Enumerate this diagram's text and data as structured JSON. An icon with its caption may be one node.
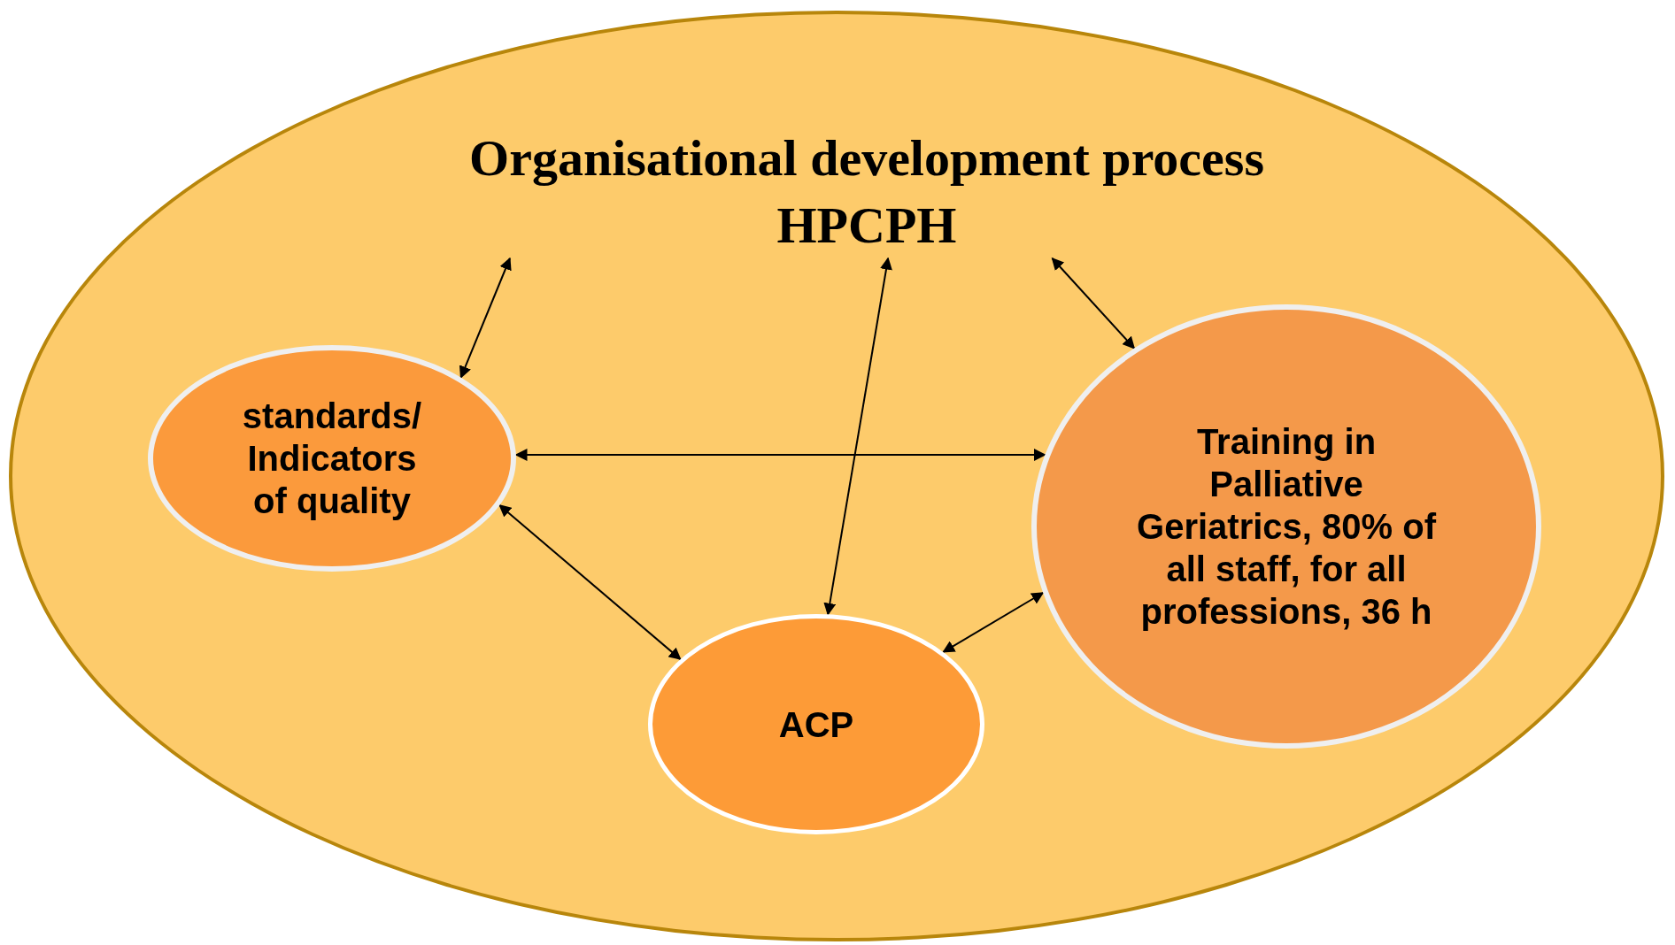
{
  "diagram": {
    "nodes": [
      {
        "text": [],
        "shape": "ellipse"
      },
      {
        "text": [
          "Organisational development process HPCPH"
        ],
        "in": 0
      },
      {
        "text": [
          "standards/ Indicators of quality"
        ],
        "in": 0
      },
      {
        "text": [
          "Training in Palliative Geriatrics, 80% of all staff, for all professions, 36 h"
        ],
        "in": 0
      },
      {
        "text": [
          "ACP"
        ],
        "in": 0
      }
    ],
    "edges": [
      {
        "from": 2,
        "to": 1,
        "arrow": "both"
      },
      {
        "from": 3,
        "to": 1,
        "arrow": "both"
      },
      {
        "from": 4,
        "to": 1,
        "arrow": "both"
      },
      {
        "from": 2,
        "to": 3,
        "arrow": "both"
      },
      {
        "from": 2,
        "to": 4,
        "arrow": "both"
      },
      {
        "from": 4,
        "to": 3,
        "arrow": "both"
      }
    ]
  }
}
